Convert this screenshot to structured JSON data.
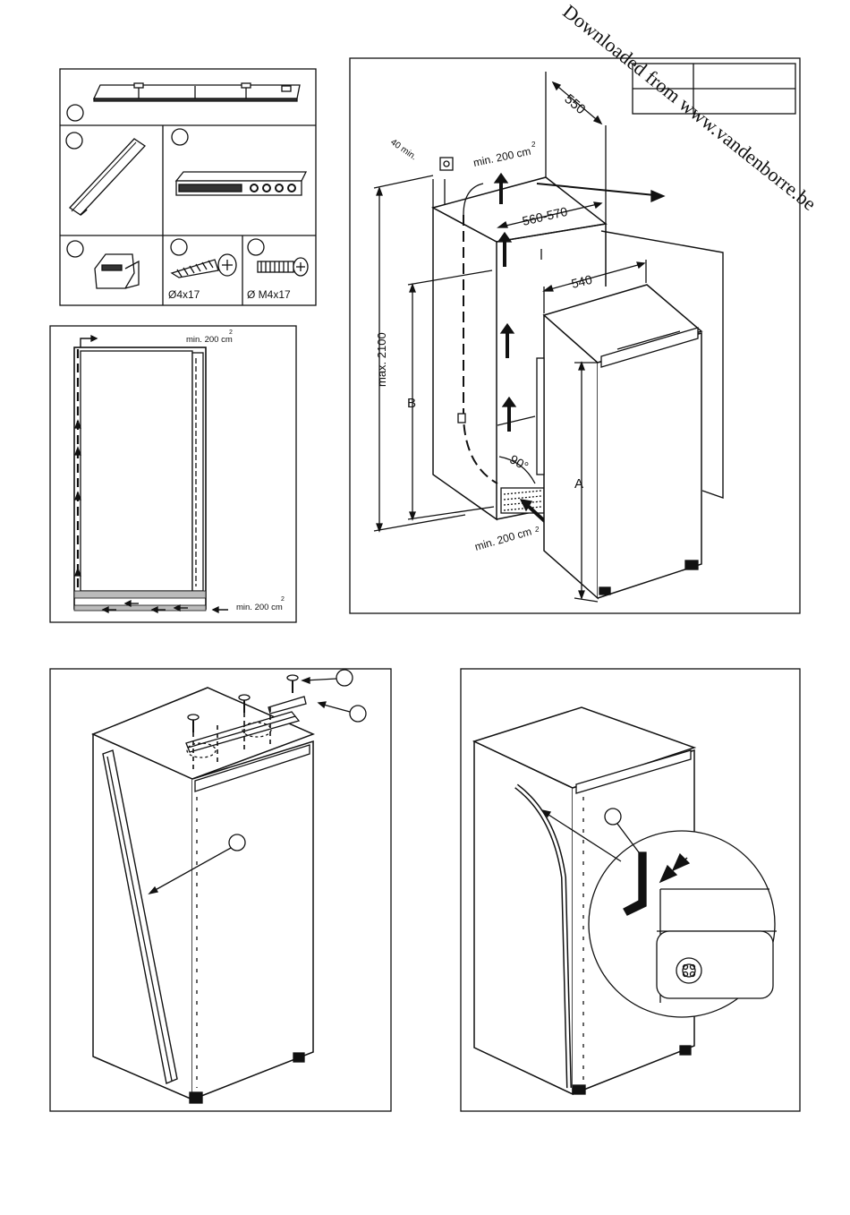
{
  "watermark": "Downloaded from www.vandenborre.be",
  "parts": {
    "screw_small_label": "Ø4x17",
    "screw_machine_label": "Ø M4x17"
  },
  "ventilation": {
    "vent_top_side": "min. 200 cm",
    "vent_top_side_sup": "2",
    "vent_bottom_side": "min. 200 cm",
    "vent_bottom_side_sup": "2",
    "vent_top_main": "min. 200 cm",
    "vent_top_main_sup": "2",
    "vent_bottom_main": "min. 200 cm",
    "vent_bottom_main_sup": "2"
  },
  "dimensions": {
    "depth": "550",
    "gap": "40 min.",
    "width_niche": "560-570",
    "width_appliance": "540",
    "max_height": "max. 2100",
    "height_b": "B",
    "height_a": "A",
    "angle": "90°"
  }
}
